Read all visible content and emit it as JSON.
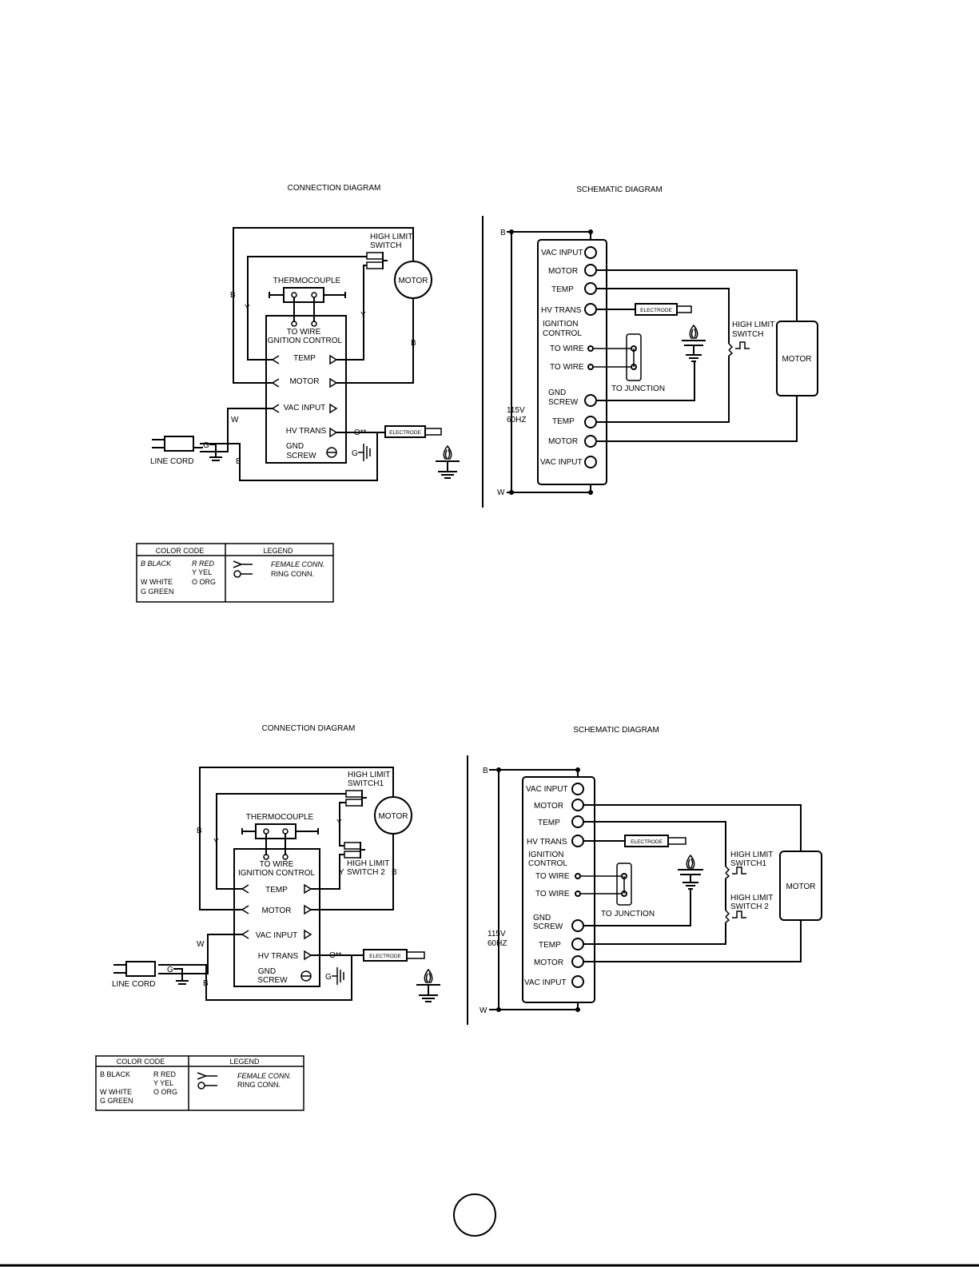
{
  "diagram1": {
    "connection_title": "CONNECTION DIAGRAM",
    "schematic_title": "SCHEMATIC DIAGRAM",
    "connection": {
      "high_limit": "HIGH LIMIT",
      "switch": "SWITCH",
      "motor": "MOTOR",
      "thermocouple": "THERMOCOUPLE",
      "to_wire": "TO WIRE",
      "ignition_control": "IGNITION CONTROL",
      "temp": "TEMP",
      "motor_term": "MOTOR",
      "vac_input": "VAC INPUT",
      "hv_trans": "HV TRANS",
      "gnd": "GND",
      "screw": "SCREW",
      "electrode": "ELECTRODE",
      "line_cord": "LINE CORD",
      "o_mark": "O**",
      "wire_b": "B",
      "wire_y": "Y",
      "wire_w": "W",
      "wire_g": "G"
    },
    "schematic": {
      "b": "B",
      "w": "W",
      "volt": "115V",
      "hz": "60HZ",
      "vac_input": "VAC INPUT",
      "motor": "MOTOR",
      "temp": "TEMP",
      "hv_trans": "HV TRANS",
      "ignition": "IGNITION",
      "control": "CONTROL",
      "to_wire": "TO WIRE",
      "gnd": "GND",
      "screw": "SCREW",
      "to_junction": "TO JUNCTION",
      "electrode": "ELECTRODE",
      "high_limit": "HIGH LIMIT",
      "switch": "SWITCH",
      "motor_box": "MOTOR"
    },
    "table": {
      "color_code": "COLOR CODE",
      "legend": "LEGEND",
      "c1a": "B BLACK",
      "c1b": "R RED",
      "c2b": "Y YEL",
      "c3a": "W WHITE",
      "c3b": "O ORG",
      "c4a": "G GREEN",
      "female": "FEMALE CONN.",
      "ring": "RING CONN."
    }
  },
  "diagram2": {
    "connection_title": "CONNECTION DIAGRAM",
    "schematic_title": "SCHEMATIC DIAGRAM",
    "connection": {
      "high_limit": "HIGH LIMIT",
      "switch1": "SWITCH1",
      "switch2": "SWITCH 2",
      "motor": "MOTOR",
      "thermocouple": "THERMOCOUPLE",
      "to_wire": "TO WIRE",
      "ignition_control": "IGNITION CONTROL",
      "temp": "TEMP",
      "motor_term": "MOTOR",
      "vac_input": "VAC INPUT",
      "hv_trans": "HV TRANS",
      "gnd": "GND",
      "screw": "SCREW",
      "electrode": "ELECTRODE",
      "line_cord": "LINE CORD",
      "o_mark": "O**",
      "wire_b": "B",
      "wire_y": "Y",
      "wire_w": "W",
      "wire_g": "G"
    },
    "schematic": {
      "b": "B",
      "w": "W",
      "volt": "115V",
      "hz": "60HZ",
      "vac_input": "VAC INPUT",
      "motor": "MOTOR",
      "temp": "TEMP",
      "hv_trans": "HV TRANS",
      "ignition": "IGNITION",
      "control": "CONTROL",
      "to_wire": "TO WIRE",
      "gnd": "GND",
      "screw": "SCREW",
      "to_junction": "TO JUNCTION",
      "electrode": "ELECTRODE",
      "high_limit": "HIGH LIMIT",
      "switch1": "SWITCH1",
      "switch2": "SWITCH 2",
      "motor_box": "MOTOR"
    },
    "table": {
      "color_code": "COLOR CODE",
      "legend": "LEGEND",
      "c1a": "B BLACK",
      "c1b": "R RED",
      "c2b": "Y YEL",
      "c3a": "W WHITE",
      "c3b": "O ORG",
      "c4a": "G GREEN",
      "female": "FEMALE CONN.",
      "ring": "RING CONN."
    }
  }
}
